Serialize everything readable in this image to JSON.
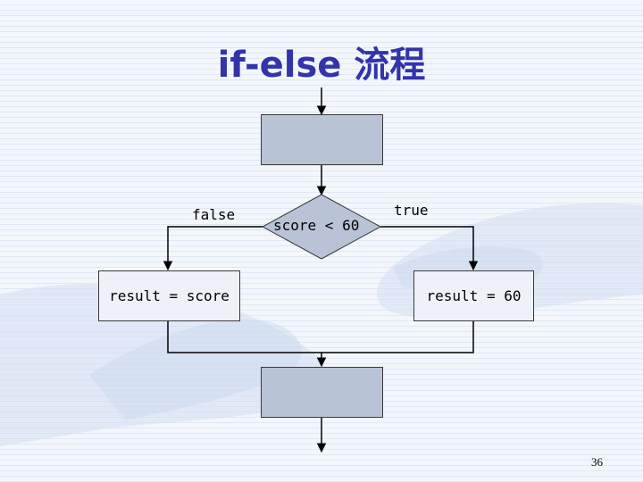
{
  "title": "if-else  流程",
  "condition": "score < 60",
  "branch_false_label": "false",
  "branch_true_label": "true",
  "false_action": "result = score",
  "true_action": "result = 60",
  "page_number": "36"
}
